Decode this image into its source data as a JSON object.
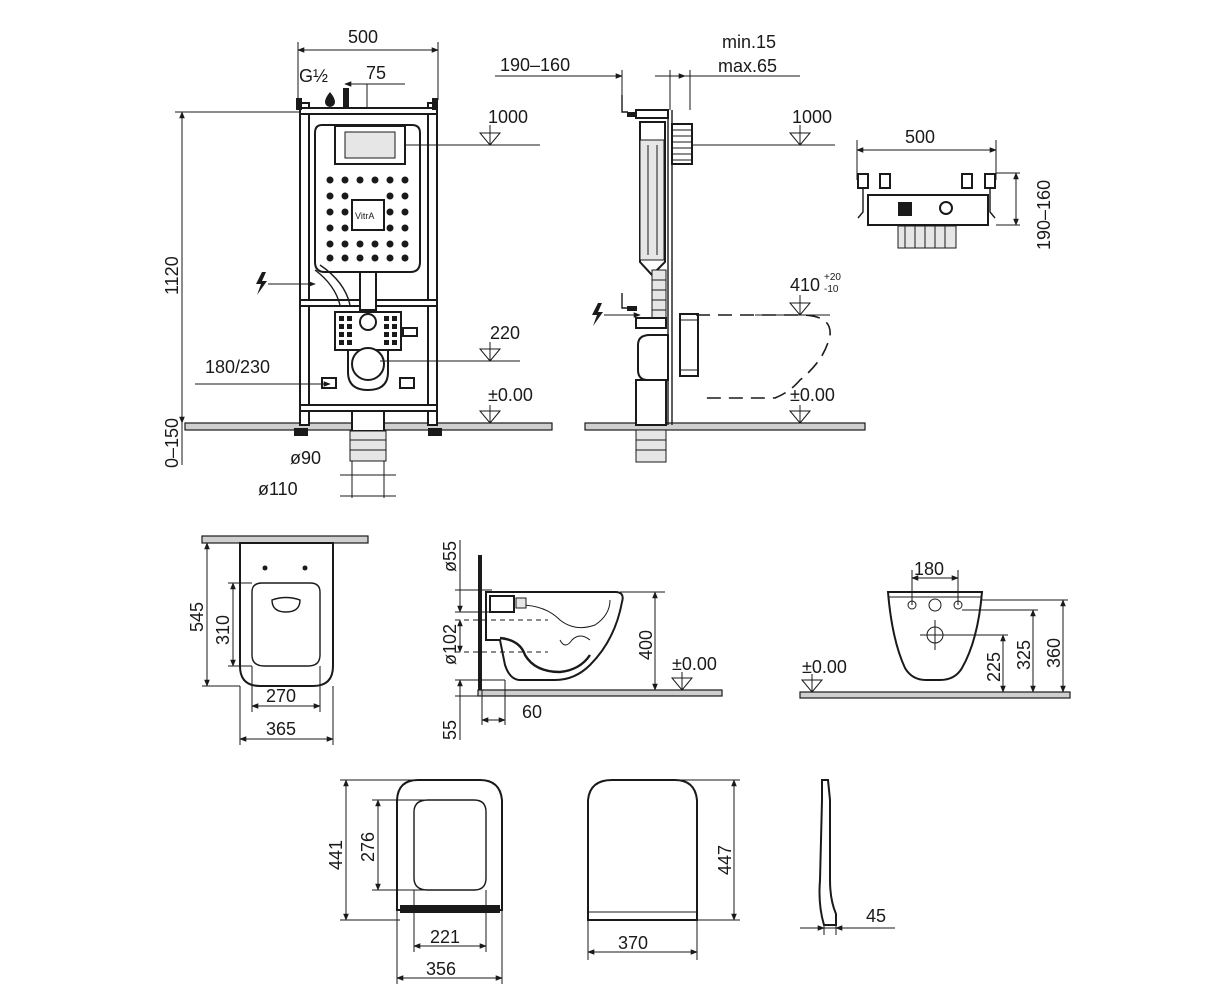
{
  "frame_front": {
    "width": "500",
    "inlet": "G½",
    "offset_75": "75",
    "height": "1120",
    "floor_adjust": "0–150",
    "bolt_spacing": "180/230",
    "level_1000": "1000",
    "level_220": "220",
    "level_zero": "±0.00",
    "pipe_90": "ø90",
    "pipe_110": "ø110",
    "brand_mark": "VitrA"
  },
  "frame_side": {
    "depth_range": "190–160",
    "wall_min": "min.15",
    "wall_max": "max.65",
    "level_1000": "1000",
    "bowl_height": "410",
    "bowl_tol_plus": "+20",
    "bowl_tol_minus": "-10",
    "level_zero": "±0.00"
  },
  "frame_top": {
    "width": "500",
    "depth_range": "190–160"
  },
  "bowl_top": {
    "length": "545",
    "inner_length": "310",
    "inner_width": "270",
    "width": "365"
  },
  "bowl_side": {
    "inlet_dia": "ø55",
    "outlet_dia": "ø102",
    "height": "400",
    "level_zero": "±0.00",
    "bottom_gap": "55",
    "wall_offset": "60"
  },
  "bowl_front": {
    "bolt_spacing": "180",
    "level_zero": "±0.00",
    "dim_225": "225",
    "dim_325": "325",
    "dim_360": "360"
  },
  "seat_top": {
    "height": "441",
    "inner_height": "276",
    "inner_width": "221",
    "width": "356"
  },
  "cover_top": {
    "height": "447",
    "width": "370"
  },
  "seat_side": {
    "thickness": "45"
  }
}
